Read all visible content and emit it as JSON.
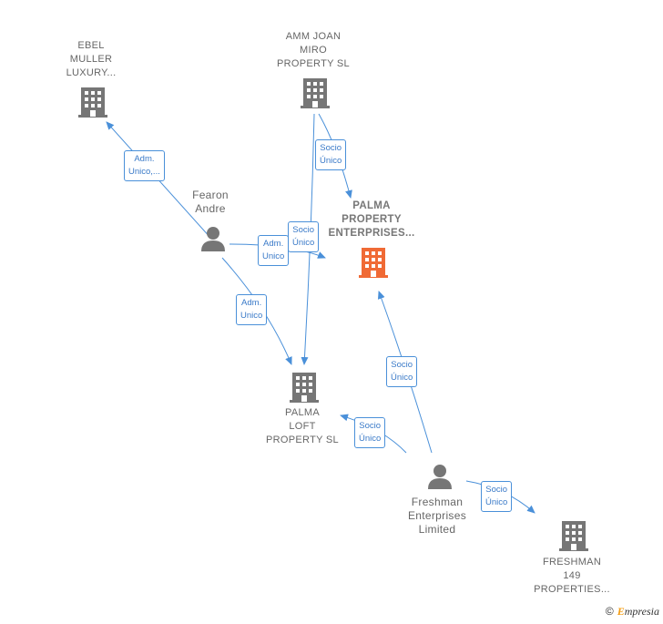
{
  "colors": {
    "edge": "#4a90d9",
    "node_gray": "#767676",
    "node_main": "#f06a35"
  },
  "nodes": {
    "ebel": {
      "lines": [
        "EBEL",
        "MULLER",
        "LUXURY..."
      ],
      "icon": "building-icon"
    },
    "amm": {
      "lines": [
        "AMM JOAN",
        "MIRO",
        "PROPERTY  SL"
      ],
      "icon": "building-icon"
    },
    "palma_enterprises": {
      "lines": [
        "PALMA",
        "PROPERTY",
        "ENTERPRISES..."
      ],
      "icon": "building-icon"
    },
    "fearon": {
      "lines": [
        "Fearon",
        "Andre"
      ],
      "icon": "person-icon"
    },
    "palma_loft": {
      "lines": [
        "PALMA",
        "LOFT",
        "PROPERTY  SL"
      ],
      "icon": "building-icon"
    },
    "freshman_ent": {
      "lines": [
        "Freshman",
        "Enterprises",
        "Limited"
      ],
      "icon": "person-icon"
    },
    "freshman_149": {
      "lines": [
        "FRESHMAN",
        "149",
        "PROPERTIES..."
      ],
      "icon": "building-icon"
    }
  },
  "edges": [
    {
      "id": "fearon-ebel",
      "lines": [
        "Adm.",
        "Unico,..."
      ]
    },
    {
      "id": "amm-palma-enterprises",
      "lines": [
        "Socio",
        "Único"
      ]
    },
    {
      "id": "amm-palma-loft",
      "lines": [
        "Socio",
        "Único"
      ]
    },
    {
      "id": "fearon-palma-enterprises",
      "lines": [
        "Adm.",
        "Unico"
      ]
    },
    {
      "id": "fearon-palma-loft",
      "lines": [
        "Adm.",
        "Unico"
      ]
    },
    {
      "id": "freshman-palma-enterprises",
      "lines": [
        "Socio",
        "Único"
      ]
    },
    {
      "id": "freshman-palma-loft",
      "lines": [
        "Socio",
        "Único"
      ]
    },
    {
      "id": "freshman-freshman149",
      "lines": [
        "Socio",
        "Único"
      ]
    }
  ],
  "credit": {
    "copyright": "©",
    "brand_first": "E",
    "brand_rest": "mpresia"
  }
}
